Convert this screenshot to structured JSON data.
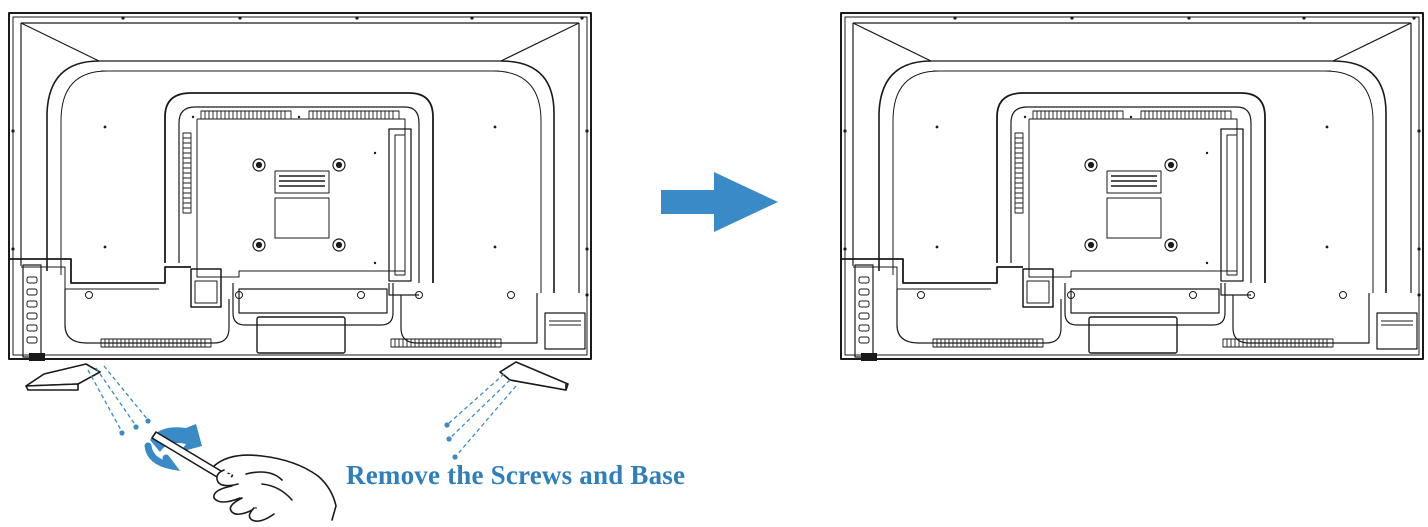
{
  "caption": "Remove the Screws and Base",
  "colors": {
    "line": "#1a1a1a",
    "accent": "#3a8ac8",
    "caption": "#2f7fbd"
  },
  "icons": [
    "arrow-right-icon",
    "rotate-arrow-icon",
    "screwdriver-icon",
    "screw-icon"
  ],
  "steps": [
    {
      "state": "before",
      "shows_base": true,
      "screws_shown": 6
    },
    {
      "state": "after",
      "shows_base": false,
      "screws_shown": 0
    }
  ]
}
